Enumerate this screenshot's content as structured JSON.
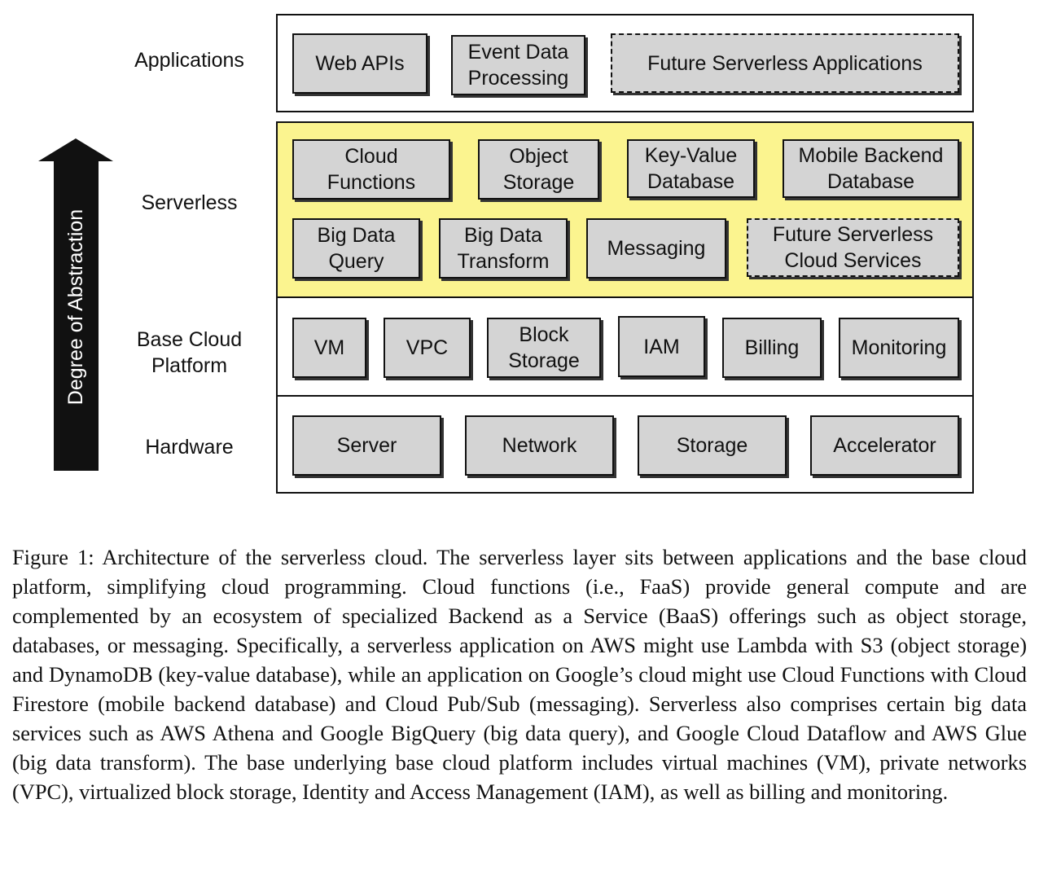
{
  "axis": {
    "label": "Degree of Abstraction"
  },
  "layers": [
    {
      "label": "Applications",
      "items": [
        {
          "label": "Web APIs",
          "dashed": false
        },
        {
          "label": "Event Data\nProcessing",
          "dashed": false
        },
        {
          "label": "Future Serverless Applications",
          "dashed": true
        }
      ]
    },
    {
      "label": "Serverless",
      "items": [
        {
          "label": "Cloud\nFunctions",
          "dashed": false
        },
        {
          "label": "Object\nStorage",
          "dashed": false
        },
        {
          "label": "Key-Value\nDatabase",
          "dashed": false
        },
        {
          "label": "Mobile Backend\nDatabase",
          "dashed": false
        },
        {
          "label": "Big Data\nQuery",
          "dashed": false
        },
        {
          "label": "Big Data\nTransform",
          "dashed": false
        },
        {
          "label": "Messaging",
          "dashed": false
        },
        {
          "label": "Future Serverless\nCloud Services",
          "dashed": true
        }
      ]
    },
    {
      "label": "Base Cloud\nPlatform",
      "items": [
        {
          "label": "VM",
          "dashed": false
        },
        {
          "label": "VPC",
          "dashed": false
        },
        {
          "label": "Block\nStorage",
          "dashed": false
        },
        {
          "label": "IAM",
          "dashed": false
        },
        {
          "label": "Billing",
          "dashed": false
        },
        {
          "label": "Monitoring",
          "dashed": false
        }
      ]
    },
    {
      "label": "Hardware",
      "items": [
        {
          "label": "Server",
          "dashed": false
        },
        {
          "label": "Network",
          "dashed": false
        },
        {
          "label": "Storage",
          "dashed": false
        },
        {
          "label": "Accelerator",
          "dashed": false
        }
      ]
    }
  ],
  "caption": "Figure 1:  Architecture of the serverless cloud.  The serverless layer sits between applications and the base cloud platform, simplifying cloud programming.  Cloud functions (i.e., FaaS) provide general compute and are complemented by an ecosystem of specialized Backend as a Service (BaaS) offerings such as object storage, databases, or messaging.  Specifically, a serverless application on AWS might use Lambda with S3 (object storage) and DynamoDB (key-value database), while an application on Google’s cloud might use Cloud Functions with Cloud Firestore (mobile backend database) and Cloud Pub/Sub (messaging).  Serverless also comprises certain big data services such as AWS Athena and Google BigQuery (big data query), and Google Cloud Dataflow and AWS Glue (big data transform).  The base underlying base cloud platform includes virtual machines (VM), private networks (VPC), virtualized block storage, Identity and Access Management (IAM), as well as billing and monitoring."
}
